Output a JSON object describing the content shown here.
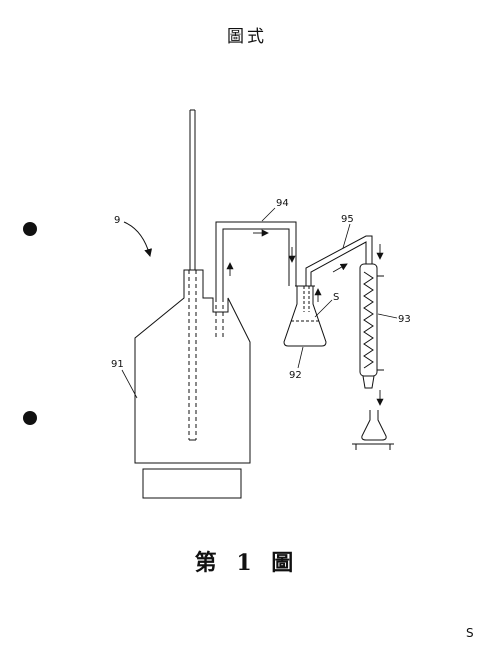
{
  "page": {
    "title": "圖式",
    "caption": "第 1 圖",
    "corner_mark": "S"
  },
  "labels": {
    "apparatus": "9",
    "vessel": "91",
    "flask": "92",
    "condenser": "93",
    "tube_upper": "94",
    "tube_lower": "95",
    "sample": "S"
  }
}
